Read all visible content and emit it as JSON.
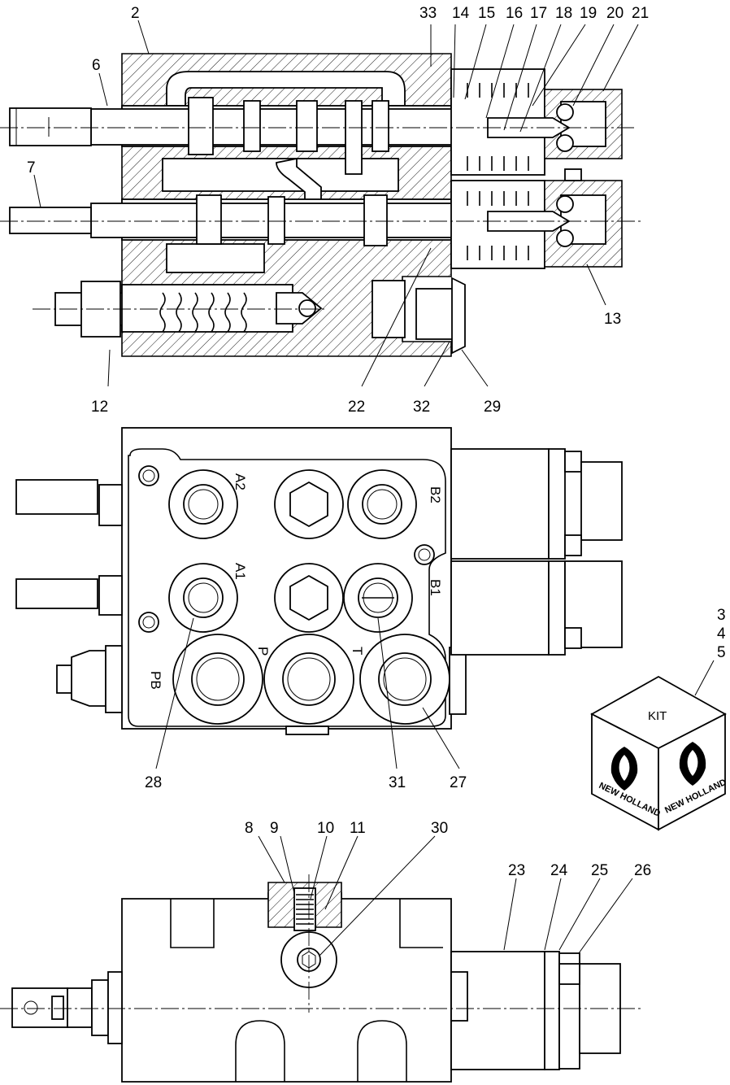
{
  "title": "",
  "callouts": {
    "c2": "2",
    "c6": "6",
    "c7": "7",
    "c12": "12",
    "c13": "13",
    "c14": "14",
    "c15": "15",
    "c16": "16",
    "c17": "17",
    "c18": "18",
    "c19": "19",
    "c20": "20",
    "c21": "21",
    "c22": "22",
    "c29": "29",
    "c32": "32",
    "c33": "33",
    "c28": "28",
    "c31": "31",
    "c27": "27",
    "c3": "3",
    "c4": "4",
    "c5": "5",
    "c8": "8",
    "c9": "9",
    "c10": "10",
    "c11": "11",
    "c30": "30",
    "c23": "23",
    "c24": "24",
    "c25": "25",
    "c26": "26"
  },
  "ports": {
    "a2": "A2",
    "b2": "B2",
    "a1": "A1",
    "b1": "B1",
    "p": "P",
    "t": "T",
    "pb": "PB"
  },
  "kit": {
    "label": "KIT",
    "brand": "NEW HOLLAND"
  }
}
